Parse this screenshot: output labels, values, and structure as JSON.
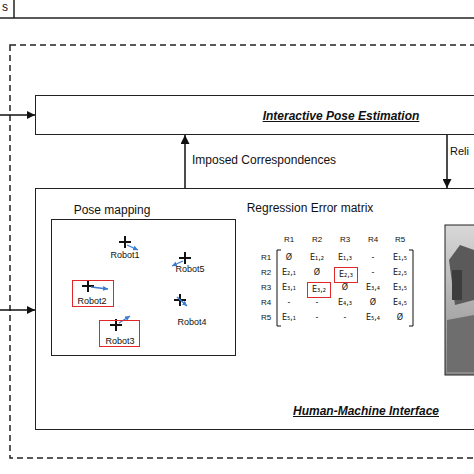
{
  "diagram": {
    "nodes": [
      {
        "text": [
          "Interactive Pose Estimation"
        ]
      },
      {
        "text": [
          "Human-Machine Interface"
        ]
      },
      {
        "text": [
          "Pose mapping"
        ],
        "in": 1
      },
      {
        "text": [
          "Robot2"
        ],
        "in": 2
      },
      {
        "text": [
          "Robot3"
        ],
        "in": 2
      },
      {
        "text": [
          "E₂,₃"
        ],
        "in": 1
      },
      {
        "text": [
          "E₃,₂"
        ],
        "in": 1
      }
    ],
    "edges": [
      {
        "from": 1,
        "to": 0,
        "label": "Imposed Correspondences",
        "arrow": "to"
      },
      {
        "from": 0,
        "to": 1,
        "label": "Reli",
        "arrow": "to"
      }
    ],
    "labels": [
      "s",
      "Regression Error matrix",
      "Robot1",
      "Robot5",
      "Robot4",
      "R1",
      "R2",
      "R3",
      "R4",
      "R5",
      "R1",
      "R2",
      "R3",
      "R4",
      "R5",
      "Ø",
      "E₁,₂",
      "E₁,₃",
      "-",
      "E₁,₅",
      "E₂,₁",
      "Ø",
      "-",
      "E₂,₅",
      "E₃,₁",
      "Ø",
      "E₃,₄",
      "E₃,₅",
      "-",
      "-",
      "E₄,₃",
      "Ø",
      "E₄,₅",
      "E₅,₁",
      "-",
      "-",
      "E₅,₄",
      "Ø"
    ]
  }
}
